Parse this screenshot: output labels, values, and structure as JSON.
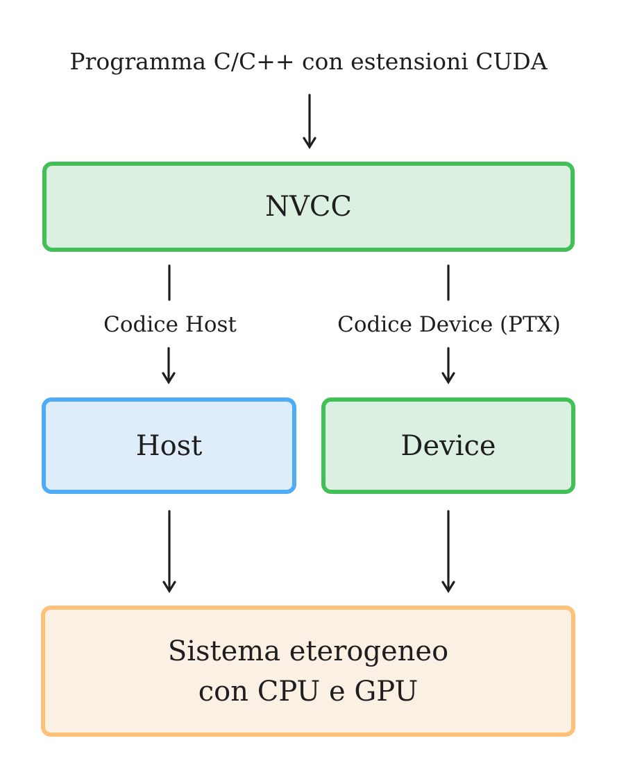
{
  "title": "Programma C/C++ con estensioni CUDA",
  "nodes": {
    "nvcc": {
      "label": "NVCC"
    },
    "host": {
      "label": "Host"
    },
    "device": {
      "label": "Device"
    },
    "system": {
      "line1": "Sistema eterogeneo",
      "line2": "con CPU e GPU"
    }
  },
  "edges": {
    "host_code": "Codice Host",
    "device_code": "Codice Device (PTX)"
  },
  "colors": {
    "green_stroke": "#40c057",
    "green_fill": "#dcf0e1",
    "blue_stroke": "#4dabf7",
    "blue_fill": "#deedf9",
    "orange_stroke": "#ffc078",
    "orange_fill": "#fbf0e4",
    "ink": "#1e1e1e"
  }
}
